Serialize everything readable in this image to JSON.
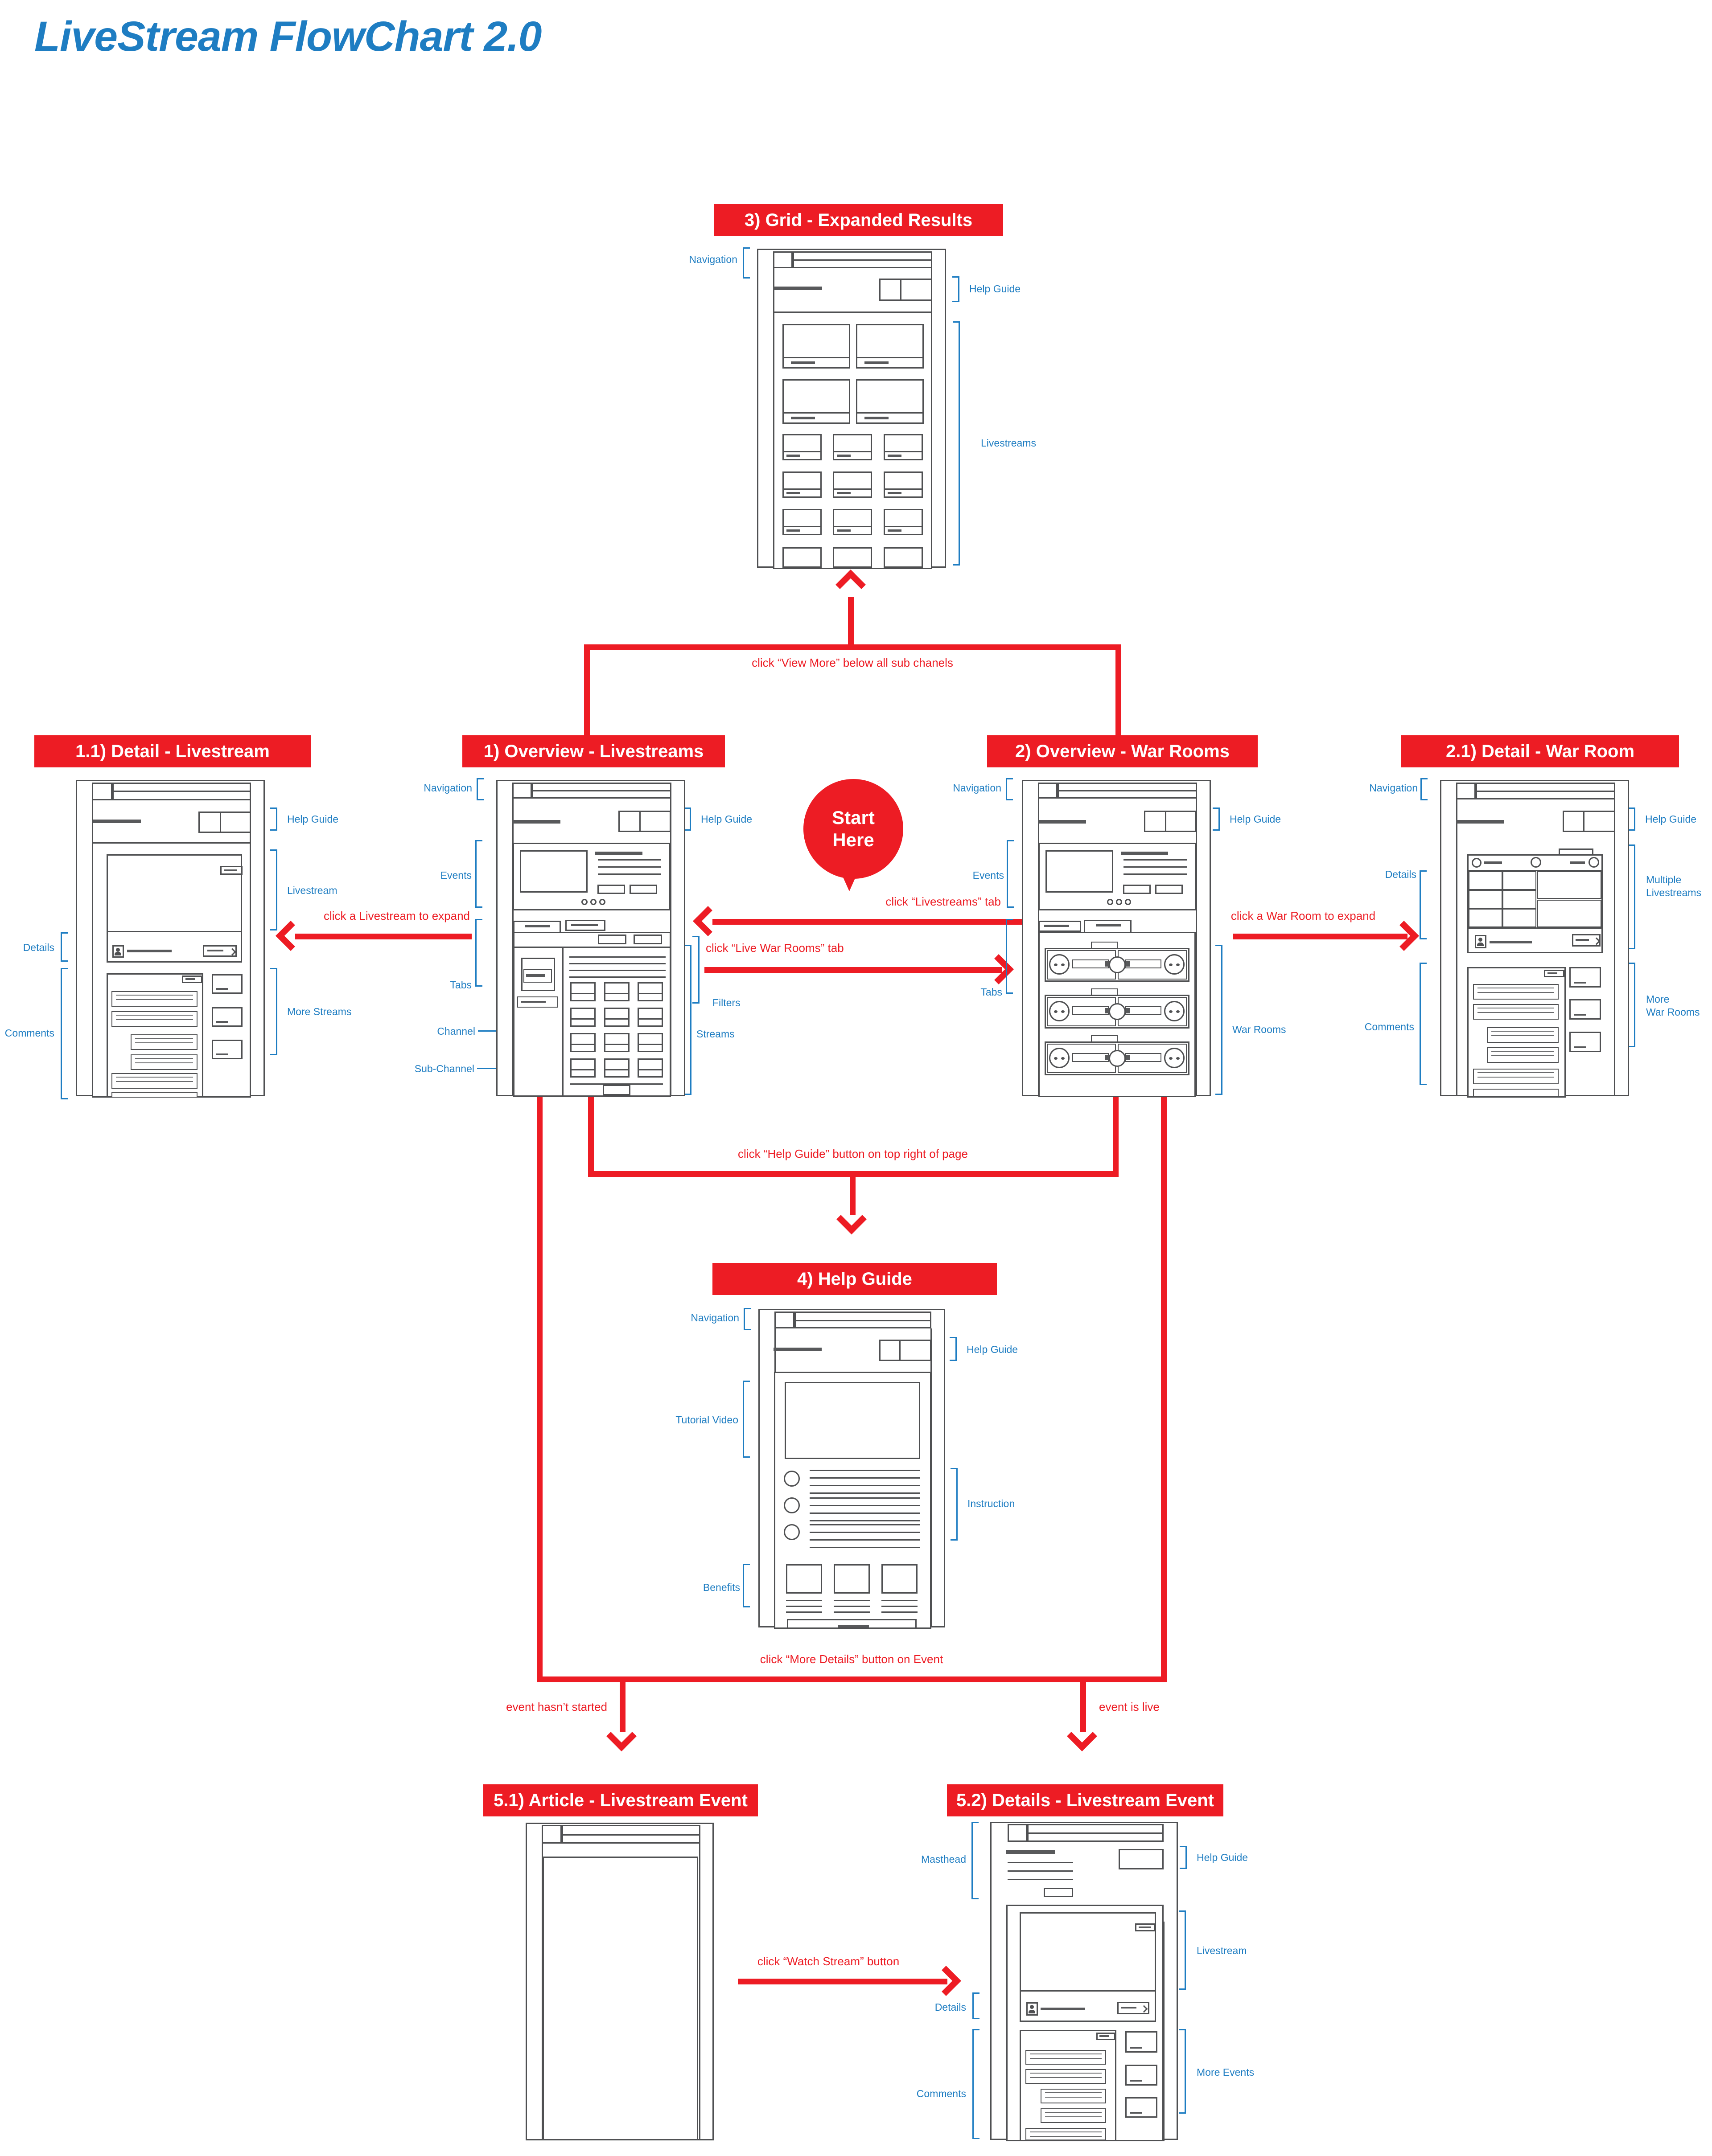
{
  "page": {
    "title": "LiveStream FlowChart 2.0"
  },
  "start_here": {
    "line1": "Start",
    "line2": "Here"
  },
  "sections": {
    "grid": {
      "title": "3) Grid - Expanded Results",
      "labels": {
        "navigation": "Navigation",
        "help_guide": "Help Guide",
        "livestreams": "Livestreams"
      }
    },
    "detail_livestream": {
      "title": "1.1) Detail - Livestream",
      "labels": {
        "help_guide": "Help Guide",
        "livestream": "Livestream",
        "details": "Details",
        "comments": "Comments",
        "more_streams": "More Streams"
      }
    },
    "overview_livestreams": {
      "title": "1) Overview - Livestreams",
      "labels": {
        "navigation": "Navigation",
        "help_guide": "Help Guide",
        "events": "Events",
        "tabs": "Tabs",
        "channel": "Channel",
        "sub_channel": "Sub-Channel",
        "filters": "Filters",
        "streams": "Streams"
      }
    },
    "overview_war_rooms": {
      "title": "2) Overview - War Rooms",
      "labels": {
        "navigation": "Navigation",
        "help_guide": "Help Guide",
        "events": "Events",
        "tabs": "Tabs",
        "war_rooms": "War Rooms"
      }
    },
    "detail_war_room": {
      "title": "2.1) Detail - War Room",
      "labels": {
        "navigation": "Navigation",
        "help_guide": "Help Guide",
        "details": "Details",
        "multiple_livestreams": "Multiple\nLivestreams",
        "comments": "Comments",
        "more_war_rooms": "More\nWar Rooms"
      }
    },
    "help_guide": {
      "title": "4) Help Guide",
      "labels": {
        "navigation": "Navigation",
        "help_guide": "Help Guide",
        "tutorial_video": "Tutorial Video",
        "instruction": "Instruction",
        "benefits": "Benefits"
      }
    },
    "article_event": {
      "title": "5.1) Article - Livestream Event"
    },
    "details_event": {
      "title": "5.2) Details - Livestream Event",
      "labels": {
        "masthead": "Masthead",
        "help_guide": "Help Guide",
        "livestream": "Livestream",
        "details": "Details",
        "comments": "Comments",
        "more_events": "More Events"
      }
    }
  },
  "annotations": {
    "view_more": "click “View More” below all sub chanels",
    "click_livestream_expand": "click a Livestream to expand",
    "click_livestreams_tab": "click “Livestreams” tab",
    "click_live_war_rooms_tab": "click “Live War Rooms” tab",
    "click_war_room_expand": "click a War Room to expand",
    "click_help_guide": "click “Help Guide” button on top right of page",
    "click_more_details": "click “More Details” button on Event",
    "event_hasnt_started": "event hasn’t started",
    "event_is_live": "event is live",
    "click_watch_stream": "click “Watch Stream” button"
  },
  "colors": {
    "red": "#ED1C24",
    "blue": "#1E7DC2",
    "line_gray": "#4F5052",
    "fill_gray": "#58595B"
  }
}
